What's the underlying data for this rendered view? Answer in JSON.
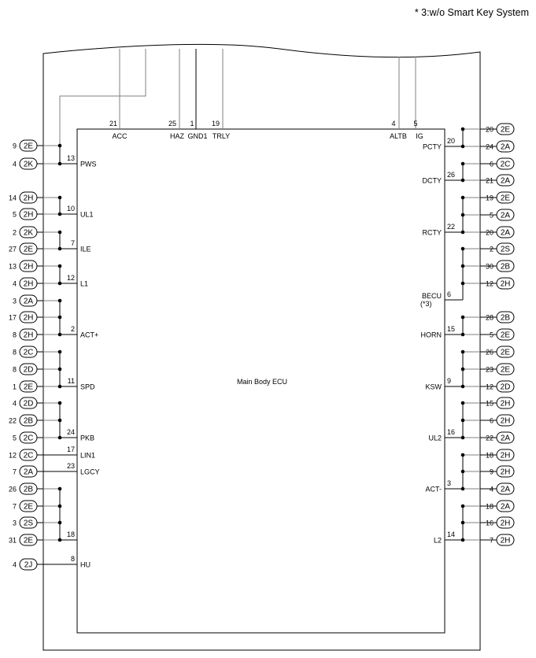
{
  "note": "* 3:w/o Smart Key System",
  "ecu_label": "Main Body ECU",
  "top_pins": [
    {
      "num": "21",
      "name": "ACC"
    },
    {
      "num": "25",
      "name": "HAZ"
    },
    {
      "num": "1",
      "name": "GND1"
    },
    {
      "num": "19",
      "name": "TRLY"
    },
    {
      "num": "4",
      "name": "ALTB"
    },
    {
      "num": "5",
      "name": "IG"
    }
  ],
  "left_pins": [
    {
      "num": "13",
      "name": "PWS",
      "conns": [
        {
          "pin": "9",
          "conn": "2E"
        },
        {
          "pin": "4",
          "conn": "2K"
        }
      ]
    },
    {
      "num": "10",
      "name": "UL1",
      "conns": [
        {
          "pin": "14",
          "conn": "2H"
        },
        {
          "pin": "5",
          "conn": "2H"
        }
      ]
    },
    {
      "num": "7",
      "name": "ILE",
      "conns": [
        {
          "pin": "2",
          "conn": "2K"
        },
        {
          "pin": "27",
          "conn": "2E"
        }
      ]
    },
    {
      "num": "12",
      "name": "L1",
      "conns": [
        {
          "pin": "13",
          "conn": "2H"
        },
        {
          "pin": "4",
          "conn": "2H"
        }
      ]
    },
    {
      "num": "2",
      "name": "ACT+",
      "conns": [
        {
          "pin": "3",
          "conn": "2A"
        },
        {
          "pin": "17",
          "conn": "2H"
        },
        {
          "pin": "8",
          "conn": "2H"
        }
      ]
    },
    {
      "num": "11",
      "name": "SPD",
      "conns": [
        {
          "pin": "8",
          "conn": "2C"
        },
        {
          "pin": "8",
          "conn": "2D"
        },
        {
          "pin": "1",
          "conn": "2E"
        }
      ]
    },
    {
      "num": "24",
      "name": "PKB",
      "conns": [
        {
          "pin": "4",
          "conn": "2D"
        },
        {
          "pin": "22",
          "conn": "2B"
        },
        {
          "pin": "5",
          "conn": "2C"
        }
      ]
    },
    {
      "num": "17",
      "name": "LIN1",
      "conns": [
        {
          "pin": "12",
          "conn": "2C"
        }
      ]
    },
    {
      "num": "23",
      "name": "LGCY",
      "conns": [
        {
          "pin": "7",
          "conn": "2A"
        }
      ]
    },
    {
      "num": "18",
      "name": "",
      "conns": [
        {
          "pin": "26",
          "conn": "2B"
        },
        {
          "pin": "7",
          "conn": "2E"
        },
        {
          "pin": "3",
          "conn": "2S"
        },
        {
          "pin": "31",
          "conn": "2E"
        }
      ]
    },
    {
      "num": "8",
      "name": "HU",
      "conns": [
        {
          "pin": "4",
          "conn": "2J"
        }
      ]
    }
  ],
  "right_pins": [
    {
      "num": "20",
      "name": "PCTY",
      "name2": "",
      "conns": [
        {
          "pin": "20",
          "conn": "2E"
        },
        {
          "pin": "24",
          "conn": "2A"
        }
      ]
    },
    {
      "num": "26",
      "name": "DCTY",
      "name2": "",
      "conns": [
        {
          "pin": "6",
          "conn": "2C"
        },
        {
          "pin": "21",
          "conn": "2A"
        }
      ]
    },
    {
      "num": "22",
      "name": "RCTY",
      "name2": "",
      "conns": [
        {
          "pin": "19",
          "conn": "2E"
        },
        {
          "pin": "5",
          "conn": "2A"
        },
        {
          "pin": "20",
          "conn": "2A"
        }
      ]
    },
    {
      "num": "6",
      "name": "BECU",
      "name2": "(*3)",
      "conns": [
        {
          "pin": "2",
          "conn": "2S"
        },
        {
          "pin": "30",
          "conn": "2B"
        },
        {
          "pin": "12",
          "conn": "2H"
        }
      ]
    },
    {
      "num": "15",
      "name": "HORN",
      "name2": "",
      "conns": [
        {
          "pin": "28",
          "conn": "2B"
        },
        {
          "pin": "5",
          "conn": "2E"
        }
      ]
    },
    {
      "num": "9",
      "name": "KSW",
      "name2": "",
      "conns": [
        {
          "pin": "26",
          "conn": "2E"
        },
        {
          "pin": "23",
          "conn": "2E"
        },
        {
          "pin": "12",
          "conn": "2D"
        }
      ]
    },
    {
      "num": "16",
      "name": "UL2",
      "name2": "",
      "conns": [
        {
          "pin": "15",
          "conn": "2H"
        },
        {
          "pin": "6",
          "conn": "2H"
        },
        {
          "pin": "22",
          "conn": "2A"
        }
      ]
    },
    {
      "num": "3",
      "name": "ACT-",
      "name2": "",
      "conns": [
        {
          "pin": "18",
          "conn": "2H"
        },
        {
          "pin": "9",
          "conn": "2H"
        },
        {
          "pin": "4",
          "conn": "2A"
        }
      ]
    },
    {
      "num": "14",
      "name": "L2",
      "name2": "",
      "conns": [
        {
          "pin": "18",
          "conn": "2A"
        },
        {
          "pin": "16",
          "conn": "2H"
        },
        {
          "pin": "7",
          "conn": "2H"
        }
      ]
    }
  ]
}
